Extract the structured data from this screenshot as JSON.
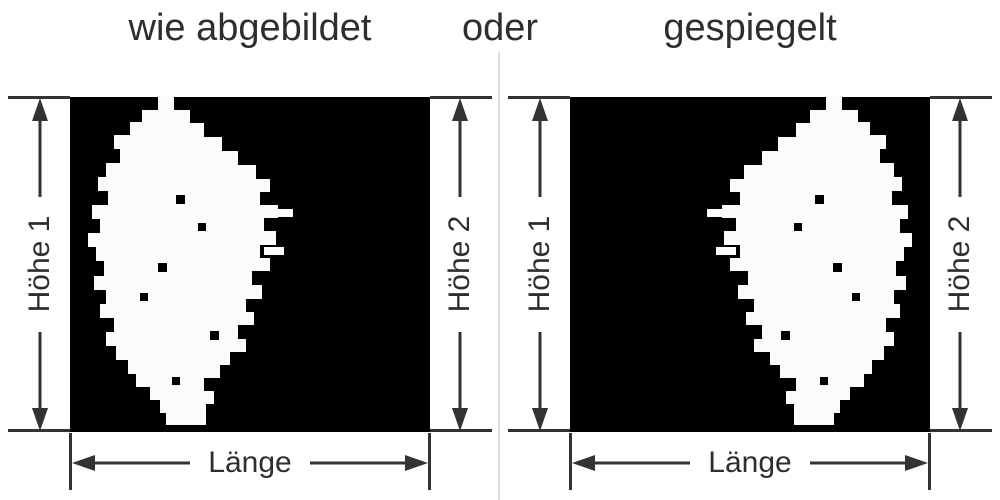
{
  "conjunction": "oder",
  "panels": [
    {
      "title": "wie abgebildet",
      "orientation": "original",
      "labels": {
        "height1": "Höhe 1",
        "height2": "Höhe 2",
        "length": "Länge"
      }
    },
    {
      "title": "gespiegelt",
      "orientation": "mirrored",
      "labels": {
        "height1": "Höhe 1",
        "height2": "Höhe 2",
        "length": "Länge"
      }
    }
  ],
  "colors": {
    "background": "#ffffff",
    "decal_background": "#000000",
    "line": "#333333",
    "text": "#2e2e2e",
    "divider": "#dcdcdc",
    "plant": "#fbfbfb"
  }
}
